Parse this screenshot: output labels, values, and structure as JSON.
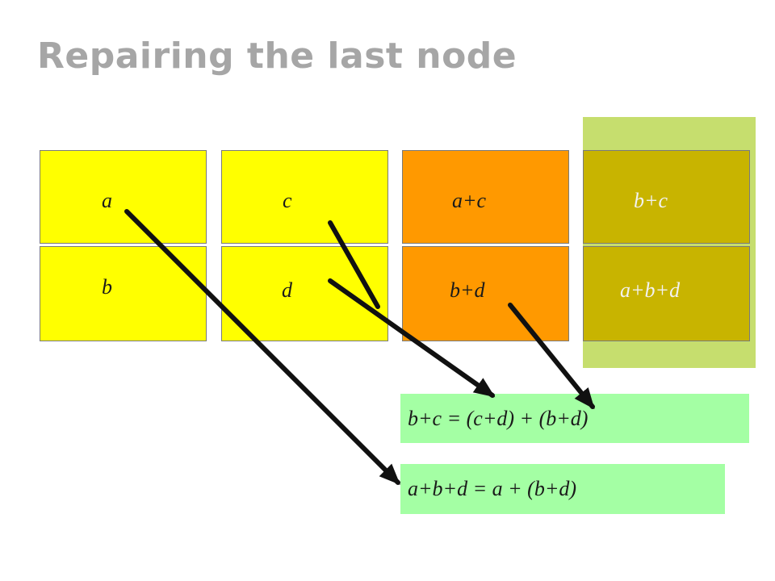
{
  "title": "Repairing the last node",
  "nodes": [
    {
      "top": "a",
      "bottom": "b"
    },
    {
      "top": "c",
      "bottom": "d"
    },
    {
      "top": "a+c",
      "bottom": "b+d"
    },
    {
      "top": "b+c",
      "bottom": "a+b+d"
    }
  ],
  "equations": {
    "eq1": "b+c = (c+d) + (b+d)",
    "eq2": "a+b+d = a + (b+d)"
  },
  "colors": {
    "data_node": "#ffff00",
    "parity_node": "#ff9900",
    "repaired_node": "#c8b400",
    "highlight": "#c6de6e",
    "equation_box": "#a4ffa4"
  }
}
